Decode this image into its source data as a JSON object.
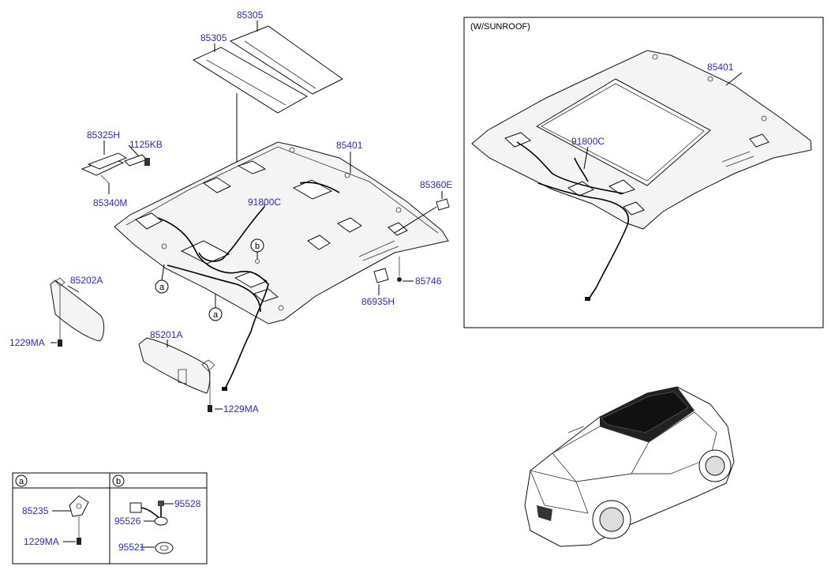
{
  "labels": {
    "pad_top": "85305",
    "pad_left": "85305",
    "headlining_main": "85401",
    "harness_main": "91800C",
    "grip_bracket": "85325H",
    "bolt_grip": "1125KB",
    "grip_handle": "85340M",
    "hook_right": "85360E",
    "clip_right": "85746",
    "lamp_right": "86935H",
    "visor_left": "85202A",
    "screw_left": "1229MA",
    "visor_right": "85201A",
    "screw_right": "1229MA",
    "sunroof_caption": "(W/SUNROOF)",
    "headlining_sunroof": "85401",
    "harness_sunroof": "91800C",
    "detail_a_retainer": "85235",
    "detail_a_screw": "1229MA",
    "detail_b_connector": "95528",
    "detail_b_sensor": "95526",
    "detail_b_grommet": "95521"
  },
  "refs": {
    "a": "a",
    "b": "b"
  }
}
